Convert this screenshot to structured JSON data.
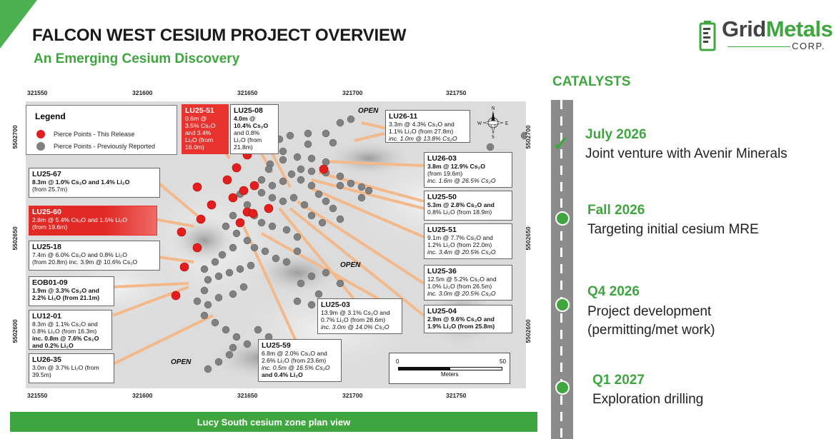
{
  "header": {
    "title": "FALCON WEST CESIUM PROJECT OVERVIEW",
    "subtitle": "An Emerging Cesium Discovery"
  },
  "logo": {
    "grid": "Grid",
    "metals": "Metals",
    "corp": "CORP."
  },
  "map": {
    "x_ticks": [
      "321550",
      "321600",
      "321650",
      "321700",
      "321750"
    ],
    "y_ticks": [
      "5502700",
      "5502650",
      "5502600"
    ],
    "legend": {
      "title": "Legend",
      "items": [
        {
          "label": "Pierce Points - This Release",
          "color": "#e41d1d"
        },
        {
          "label": "Pierce Points - Previously Reported",
          "color": "#808080"
        }
      ]
    },
    "open_labels": [
      "OPEN",
      "OPEN",
      "OPEN"
    ],
    "scale_bar": {
      "start": "0",
      "end": "50",
      "unit": "Meters"
    },
    "caption": "Lucy South cesium zone plan view"
  },
  "callouts": {
    "lu25_51a": {
      "name": "LU25-51",
      "l1": "0.6m @",
      "l2": "3.5% Cs₂O",
      "l3": "and 3.4%",
      "l4": "Li₂O (from",
      "l5": "16.0m)"
    },
    "lu25_08": {
      "name": "LU25-08",
      "l1": "4.0m @",
      "l2": "10.4% Cs₂O",
      "l3": "and 0.8%",
      "l4": "Li₂O (from",
      "l5": "21.8m)"
    },
    "lu26_11": {
      "name": "LU26-11",
      "l1": "3.3m @ 4.3% Cs₂O and",
      "l2": "1.1% Li₂O (from 27.8m)",
      "l3": "inc. 1.0m @ 13.8% Cs₂O"
    },
    "lu26_03": {
      "name": "LU26-03",
      "l1": "3.8m @ 12.9% Cs₂O",
      "l2": "(from 19.6m)",
      "l3": "inc. 1.6m @ 26.5% Cs₂O"
    },
    "lu25_50": {
      "name": "LU25-50",
      "l1": "5.3m @ 2.8% Cs₂O and",
      "l2": "0.8% Li₂O (from 18.9m)"
    },
    "lu25_51b": {
      "name": "LU25-51",
      "l1": "9.1m @ 7.7% Cs₂O and",
      "l2": "1.2% Li₂O (from 22.0m)",
      "l3": "inc. 3.4m @ 20.5% Cs₂O"
    },
    "lu25_36": {
      "name": "LU25-36",
      "l1": "12.5m @ 5.2% Cs₂O and",
      "l2": "1.0% Li₂O (from 26.5m)",
      "l3": "inc. 3.0m @ 20.5% Cs₂O"
    },
    "lu25_04": {
      "name": "LU25-04",
      "l1": "2.9m @ 9.6% Cs₂O and",
      "l2": "1.9% Li₂O (from 25.8m)"
    },
    "lu25_03": {
      "name": "LU25-03",
      "l1": "13.9m @ 3.1% Cs₂O and",
      "l2": "0.7% Li₂O (from 28.6m)",
      "l3": "inc. 3.0m @ 14.0% Cs₂O"
    },
    "lu25_59": {
      "name": "LU25-59",
      "l1": "6.8m @ 2.0% Cs₂O and",
      "l2": "2.6% Li₂O (from 23.6m)",
      "l3": "inc. 0.5m @ 16.5% Cs₂O",
      "l4": "and 0.4% Li₂O"
    },
    "lu25_67": {
      "name": "LU25-67",
      "l1": "8.3m @ 1.0% Cs₂O and 1.4% Li₂O",
      "l2": "(from 25.7m)"
    },
    "lu25_60": {
      "name": "LU25-60",
      "l1": "2.8m @ 5.4% Cs₂O and 1.5% Li₂O",
      "l2": "(from 19.6m)"
    },
    "lu25_18": {
      "name": "LU25-18",
      "l1": "7.4m @ 6.0% Cs₂O and 0.8% Li₂O",
      "l2": "(from 20.8m) inc. 3.9m @ 10.6% Cs₂O"
    },
    "eob01_09": {
      "name": "EOB01-09",
      "l1": "1.9m @ 3.3% Cs₂O and",
      "l2": "2.2% Li₂O (from 21.1m)"
    },
    "lu12_01": {
      "name": "LU12-01",
      "l1": "8.3m @ 1.1% Cs₂O  and",
      "l2": "0.8% Li₂O (from 16.3m)",
      "l3": "inc. 0.8m @ 7.6% Cs₂O",
      "l4": "and 0.2% Li₂O"
    },
    "lu26_35": {
      "name": "LU26-35",
      "l1": "3.0m @ 3.7% Li₂O (from",
      "l2": "39.5m)"
    }
  },
  "catalysts": {
    "title": "CATALYSTS",
    "milestones": [
      {
        "date": "July 2026",
        "text": "Joint venture with Avenir Minerals",
        "done": true
      },
      {
        "date": "Fall 2026",
        "text": "Targeting initial cesium MRE",
        "done": false
      },
      {
        "date": "Q4 2026",
        "text": "Project development (permitting/met work)",
        "done": false
      },
      {
        "date": "Q1 2027",
        "text": "Exploration drilling",
        "done": false
      }
    ]
  },
  "colors": {
    "brand_green": "#3fa63f",
    "pierce_red": "#e41d1d",
    "pierce_grey": "#808080"
  }
}
